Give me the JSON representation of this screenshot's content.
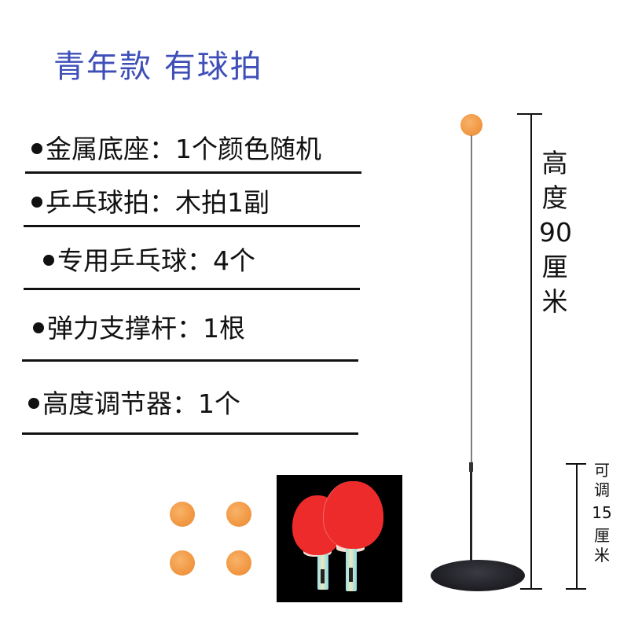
{
  "title": "青年款  有球拍",
  "specs": [
    {
      "label": "金属底座：1个颜色随机"
    },
    {
      "label": "乒乓球拍：木拍1副"
    },
    {
      "label": "专用乒乓球：4个"
    },
    {
      "label": "弹力支撑杆：1根"
    },
    {
      "label": "高度调节器：1个"
    }
  ],
  "height_label": {
    "chars": [
      "高",
      "度",
      "90",
      "厘",
      "米"
    ]
  },
  "adjust_label": {
    "chars": [
      "可",
      "调",
      "15",
      "厘",
      "米"
    ]
  },
  "colors": {
    "title": "#3f4fb8",
    "ball": "#f29a45",
    "paddle_rubber": "#ee2b2b",
    "paddle_bg": "#000000",
    "text": "#111111"
  },
  "images": {
    "balls_count": 4,
    "paddles_count": 2
  }
}
